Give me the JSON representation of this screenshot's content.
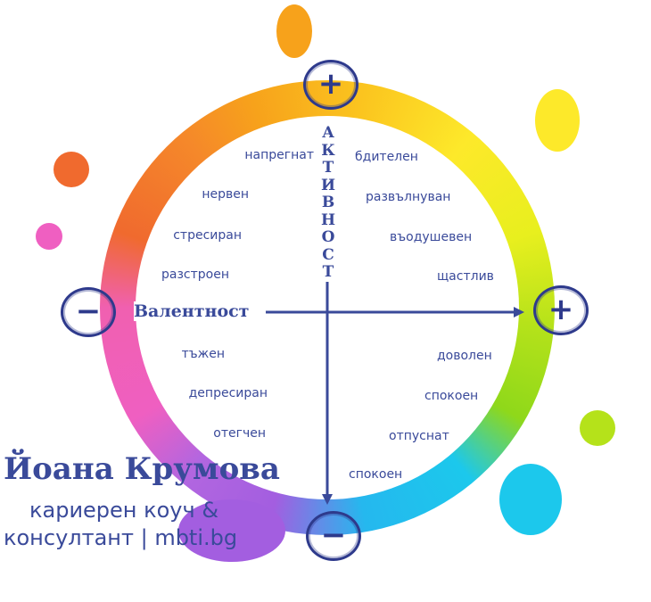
{
  "axes": {
    "vertical": "Активност",
    "horizontal": "Валентност"
  },
  "marks": {
    "top": "+",
    "right": "+",
    "left": "−",
    "bottom": "−"
  },
  "words_left": [
    "напрегнат",
    "нервен",
    "стресиран",
    "разстроен",
    "тъжен",
    "депресиран",
    "отегчен"
  ],
  "words_right": [
    "бдителен",
    "развълнуван",
    "въодушевен",
    "щастлив",
    "доволен",
    "спокоен",
    "отпуснат",
    "спокоен"
  ],
  "author": {
    "name": "Йоана Крумова",
    "line1": "кариерен коуч &",
    "line2": "консултант | mbti.bg"
  },
  "colors": {
    "text": "#3a4a9a",
    "orange": "#f7a21b",
    "yellow": "#fde92a",
    "green": "#b5e21a",
    "cyan": "#1cc8ec",
    "purple": "#a35ee0",
    "pink": "#ef5fc1",
    "red_orange": "#f06a2e"
  }
}
